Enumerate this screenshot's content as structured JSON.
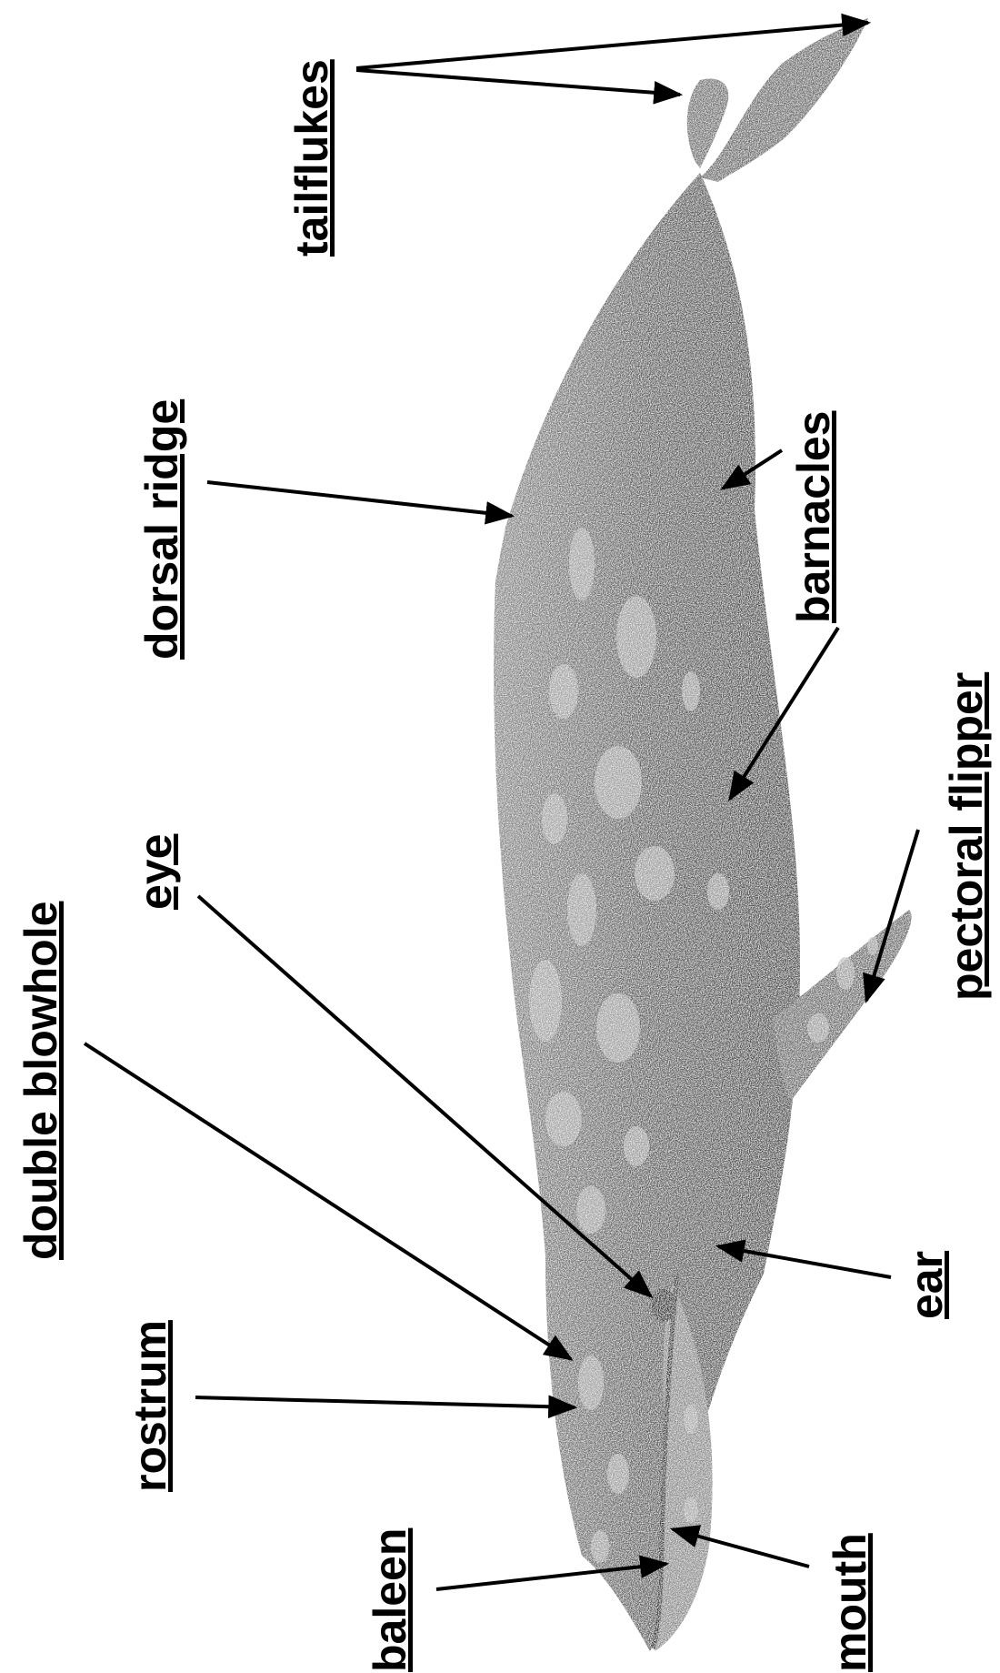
{
  "labels": {
    "tailflukes": "tailflukes",
    "dorsal_ridge": "dorsal ridge",
    "barnacles": "barnacles",
    "double_blowhole": "double blowhole",
    "eye": "eye",
    "pectoral_flipper": "pectoral flipper",
    "rostrum": "rostrum",
    "ear": "ear",
    "baleen": "baleen",
    "mouth": "mouth"
  },
  "colors": {
    "whale_body": "#5e5e5e",
    "whale_light": "#a9a9a9",
    "whale_dark": "#3f3f3f",
    "ink": "#000000",
    "background": "#ffffff"
  }
}
